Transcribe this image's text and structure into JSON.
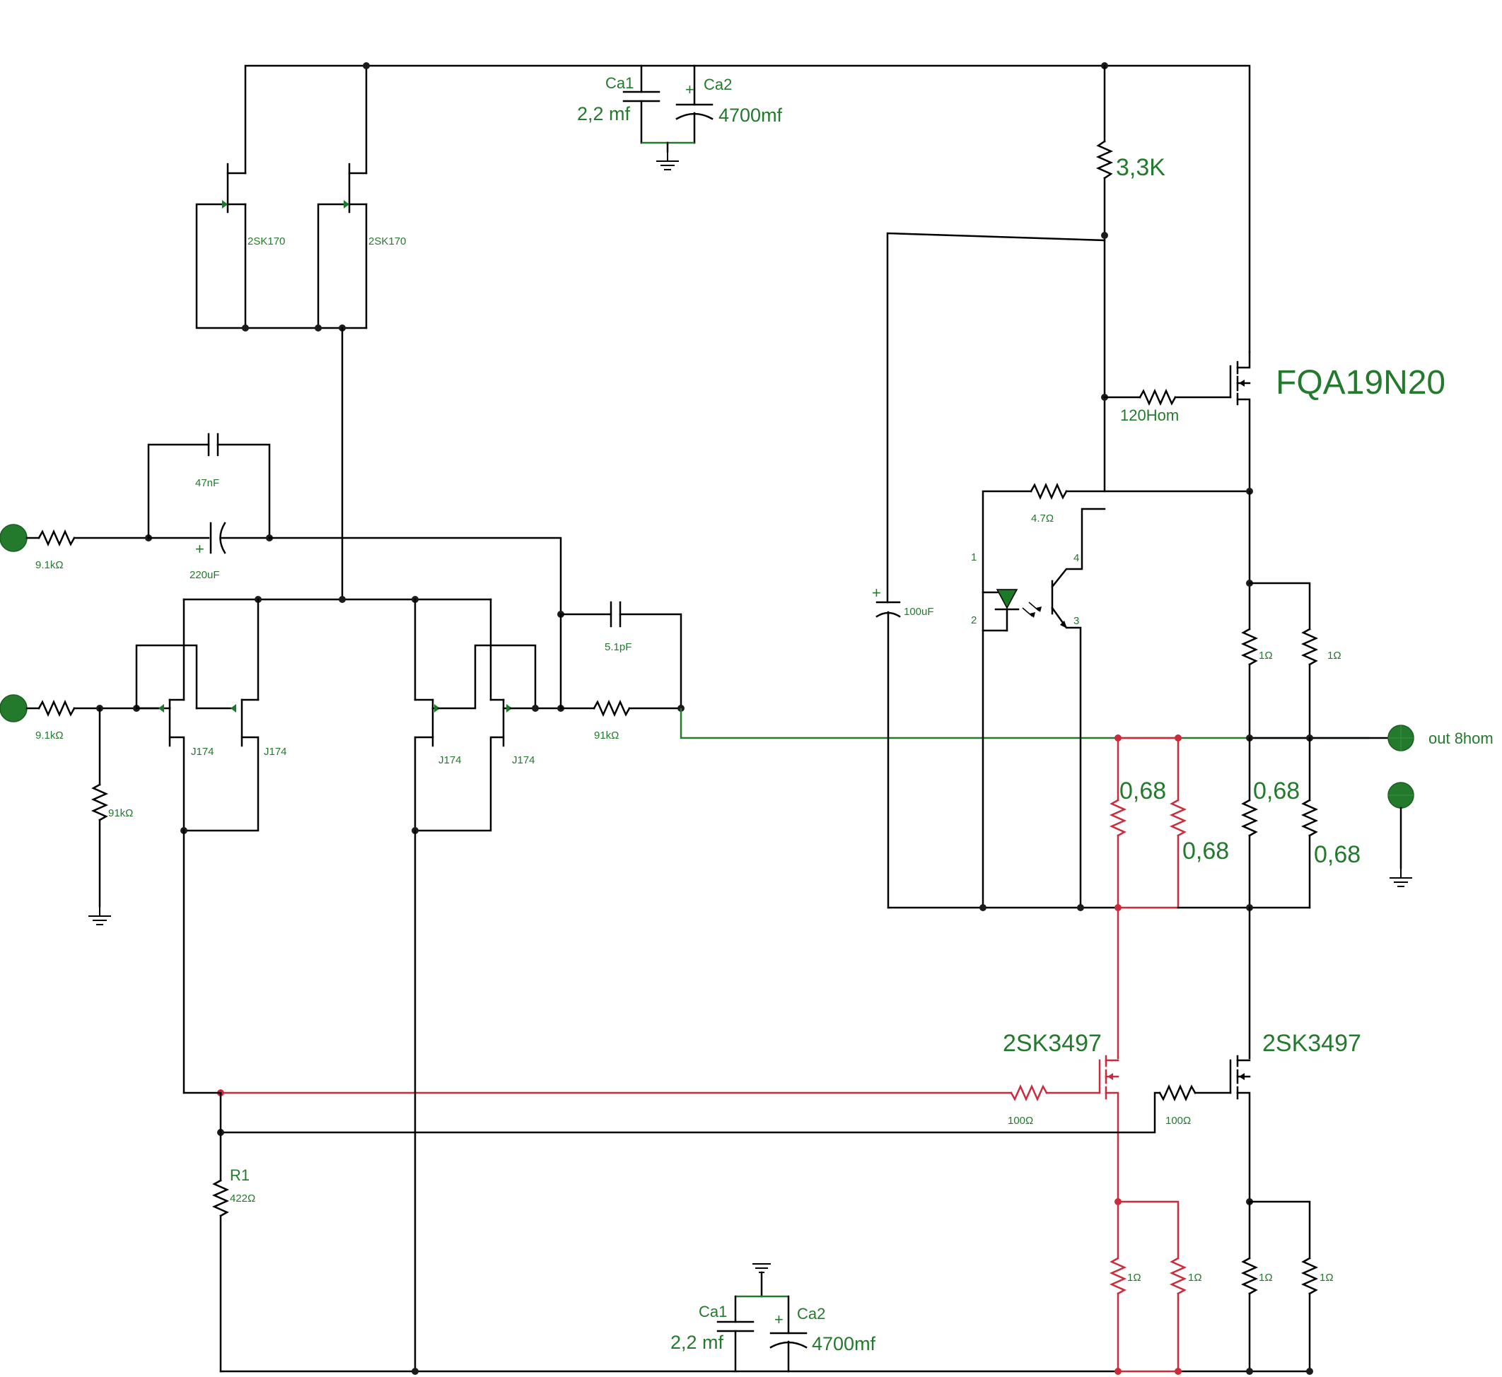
{
  "labels": {
    "ca1_top": "Ca1",
    "ca1_top_value": "2,2 mf",
    "ca2_top": "Ca2",
    "ca2_top_value": "4700mf",
    "ca1_bottom": "Ca1",
    "ca1_bottom_value": "2,2 mf",
    "ca2_bottom": "Ca2",
    "ca2_bottom_value": "4700mf",
    "r_3k3": "3,3K",
    "fqa_mosfet": "FQA19N20",
    "r_120": "120Hom",
    "r_4k7": "4.7Ω",
    "opto_pin1": "1",
    "opto_pin2": "2",
    "opto_pin3": "3",
    "opto_pin4": "4",
    "c_100u": "100uF",
    "jfet_2sk170_a": "2SK170",
    "jfet_2sk170_b": "2SK170",
    "c_47n": "47nF",
    "c_220u": "220uF",
    "r_in1": "9.1kΩ",
    "r_in2": "9.1kΩ",
    "r_91k_ground": "91kΩ",
    "r_91k_feedback": "91kΩ",
    "c_5p1": "5.1pF",
    "jfet_j174_1": "J174",
    "jfet_j174_2": "J174",
    "jfet_j174_3": "J174",
    "jfet_j174_4": "J174",
    "r_1_top_a": "1Ω",
    "r_1_top_b": "1Ω",
    "output_label": "out 8hom",
    "r_068_1": "0,68",
    "r_068_2": "0,68",
    "r_068_3": "0,68",
    "r_068_4": "0,68",
    "mosfet_2sk3497_left": "2SK3497",
    "mosfet_2sk3497_right": "2SK3497",
    "r_100_left": "100Ω",
    "r_100_right": "100Ω",
    "r1_name": "R1",
    "r1_value": "422Ω",
    "r_1_bot_1": "1Ω",
    "r_1_bot_2": "1Ω",
    "r_1_bot_3": "1Ω",
    "r_1_bot_4": "1Ω"
  },
  "colors": {
    "wire": "#000000",
    "highlighted_wire": "#cc2b3c",
    "signal_wire": "#237a2c",
    "label_text": "#237a2c",
    "terminal": "#237a2c"
  },
  "icons": {
    "terminal": "green-circle-terminal",
    "ground": "ground-symbol"
  }
}
